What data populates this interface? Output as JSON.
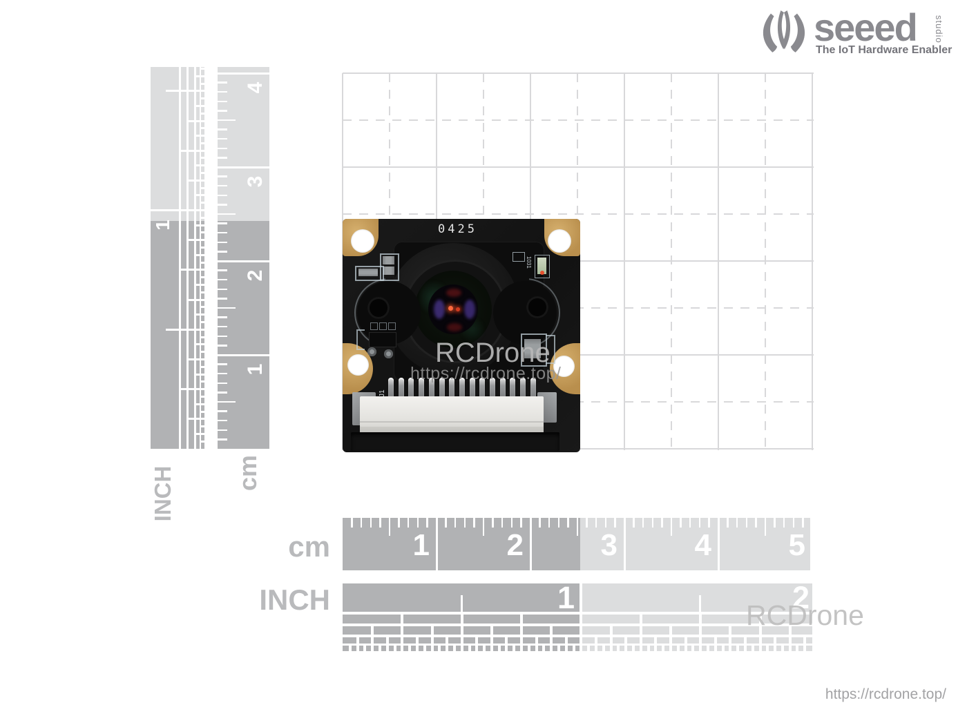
{
  "logo": {
    "brand": "seeed",
    "studio": "studio",
    "tagline": "The IoT Hardware Enabler",
    "color": "#8a8a8f",
    "tagline_color": "#74747a"
  },
  "rulers": {
    "side_inch": {
      "label": "INCH",
      "numbers": [
        "1"
      ]
    },
    "side_cm": {
      "label": "cm",
      "numbers": [
        "4",
        "3",
        "2",
        "1"
      ]
    },
    "bottom_cm": {
      "label": "cm",
      "numbers": [
        "1",
        "2",
        "3",
        "4",
        "5"
      ]
    },
    "bottom_inch": {
      "label": "INCH",
      "numbers": [
        "1",
        "2"
      ]
    }
  },
  "board": {
    "silkscreen_code": "0425",
    "connector_ref": "J1",
    "led_label": "1031"
  },
  "watermarks": {
    "board_name": "RCDrone",
    "board_url": "https://rcdrone.top/",
    "corner_name": "RCDrone",
    "corner_url": "https://rcdrone.top/"
  },
  "colors": {
    "ruler_light": "#dcddde",
    "ruler_dark": "#b1b2b4",
    "grid_line": "#d8d8da",
    "label_gray": "#b9babc",
    "gold": "#c59b56",
    "pcb_black": "#161616",
    "tick_white": "#ffffff"
  }
}
